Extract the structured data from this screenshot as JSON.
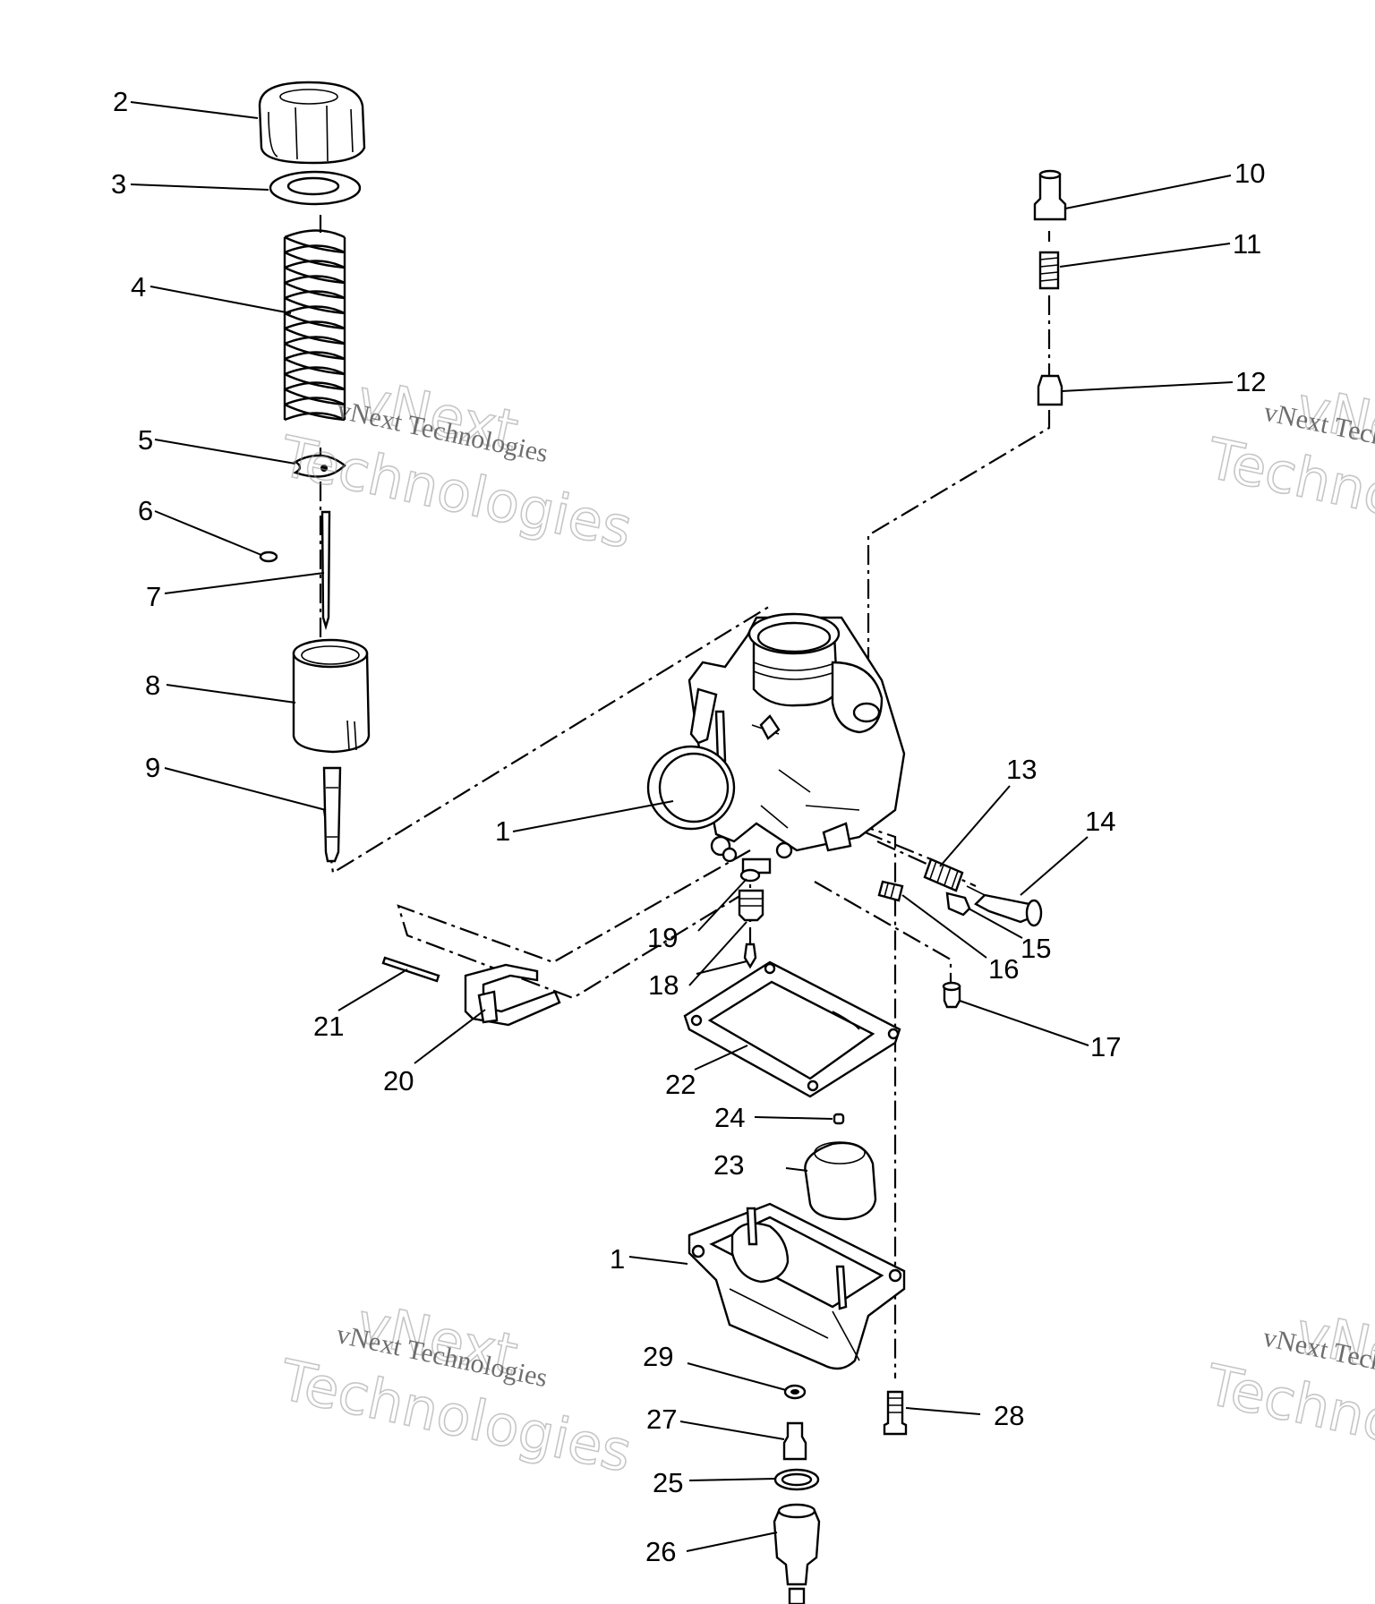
{
  "callouts": {
    "c1a": "1",
    "c1b": "1",
    "c2": "2",
    "c3": "3",
    "c4": "4",
    "c5": "5",
    "c6": "6",
    "c7": "7",
    "c8": "8",
    "c9": "9",
    "c10": "10",
    "c11": "11",
    "c12": "12",
    "c13": "13",
    "c14": "14",
    "c15": "15",
    "c16": "16",
    "c17": "17",
    "c18": "18",
    "c19": "19",
    "c20": "20",
    "c21": "21",
    "c22": "22",
    "c23": "23",
    "c24": "24",
    "c25": "25",
    "c26": "26",
    "c27": "27",
    "c28": "28",
    "c29": "29"
  },
  "watermark": {
    "line1": "vNext Technologies",
    "big_top": "vNext",
    "big_bottom": "Technologies"
  }
}
